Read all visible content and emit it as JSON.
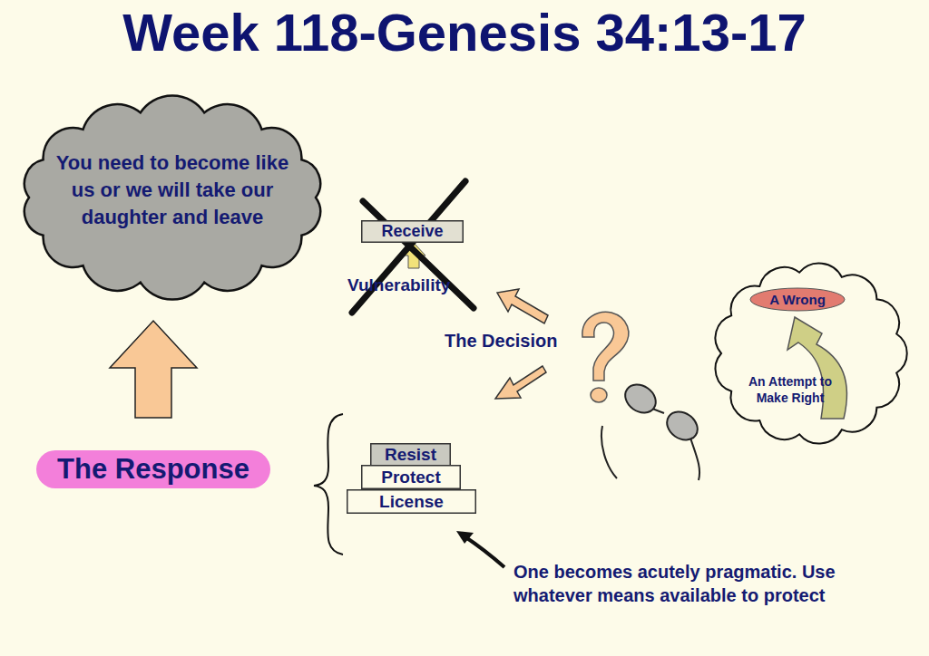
{
  "diagram": {
    "title": "Week 118-Genesis 34:13-17",
    "nodes": [
      {
        "text": [
          "You need to become like us or we will take our daughter and leave"
        ]
      },
      {
        "text": [
          "Receive"
        ]
      },
      {
        "text": [
          "A Wrong"
        ]
      },
      {
        "text": [
          "The Response"
        ]
      },
      {
        "text": [
          "Resist"
        ]
      },
      {
        "text": [
          "Protect"
        ]
      },
      {
        "text": [
          "License"
        ]
      }
    ],
    "edges": [
      {
        "from": 3,
        "to": 0,
        "arrow": "to"
      }
    ],
    "labels": [
      "Vulnerability",
      "The Decision",
      "An Attempt to Make Right",
      "One becomes acutely pragmatic. Use whatever means available to protect"
    ]
  }
}
